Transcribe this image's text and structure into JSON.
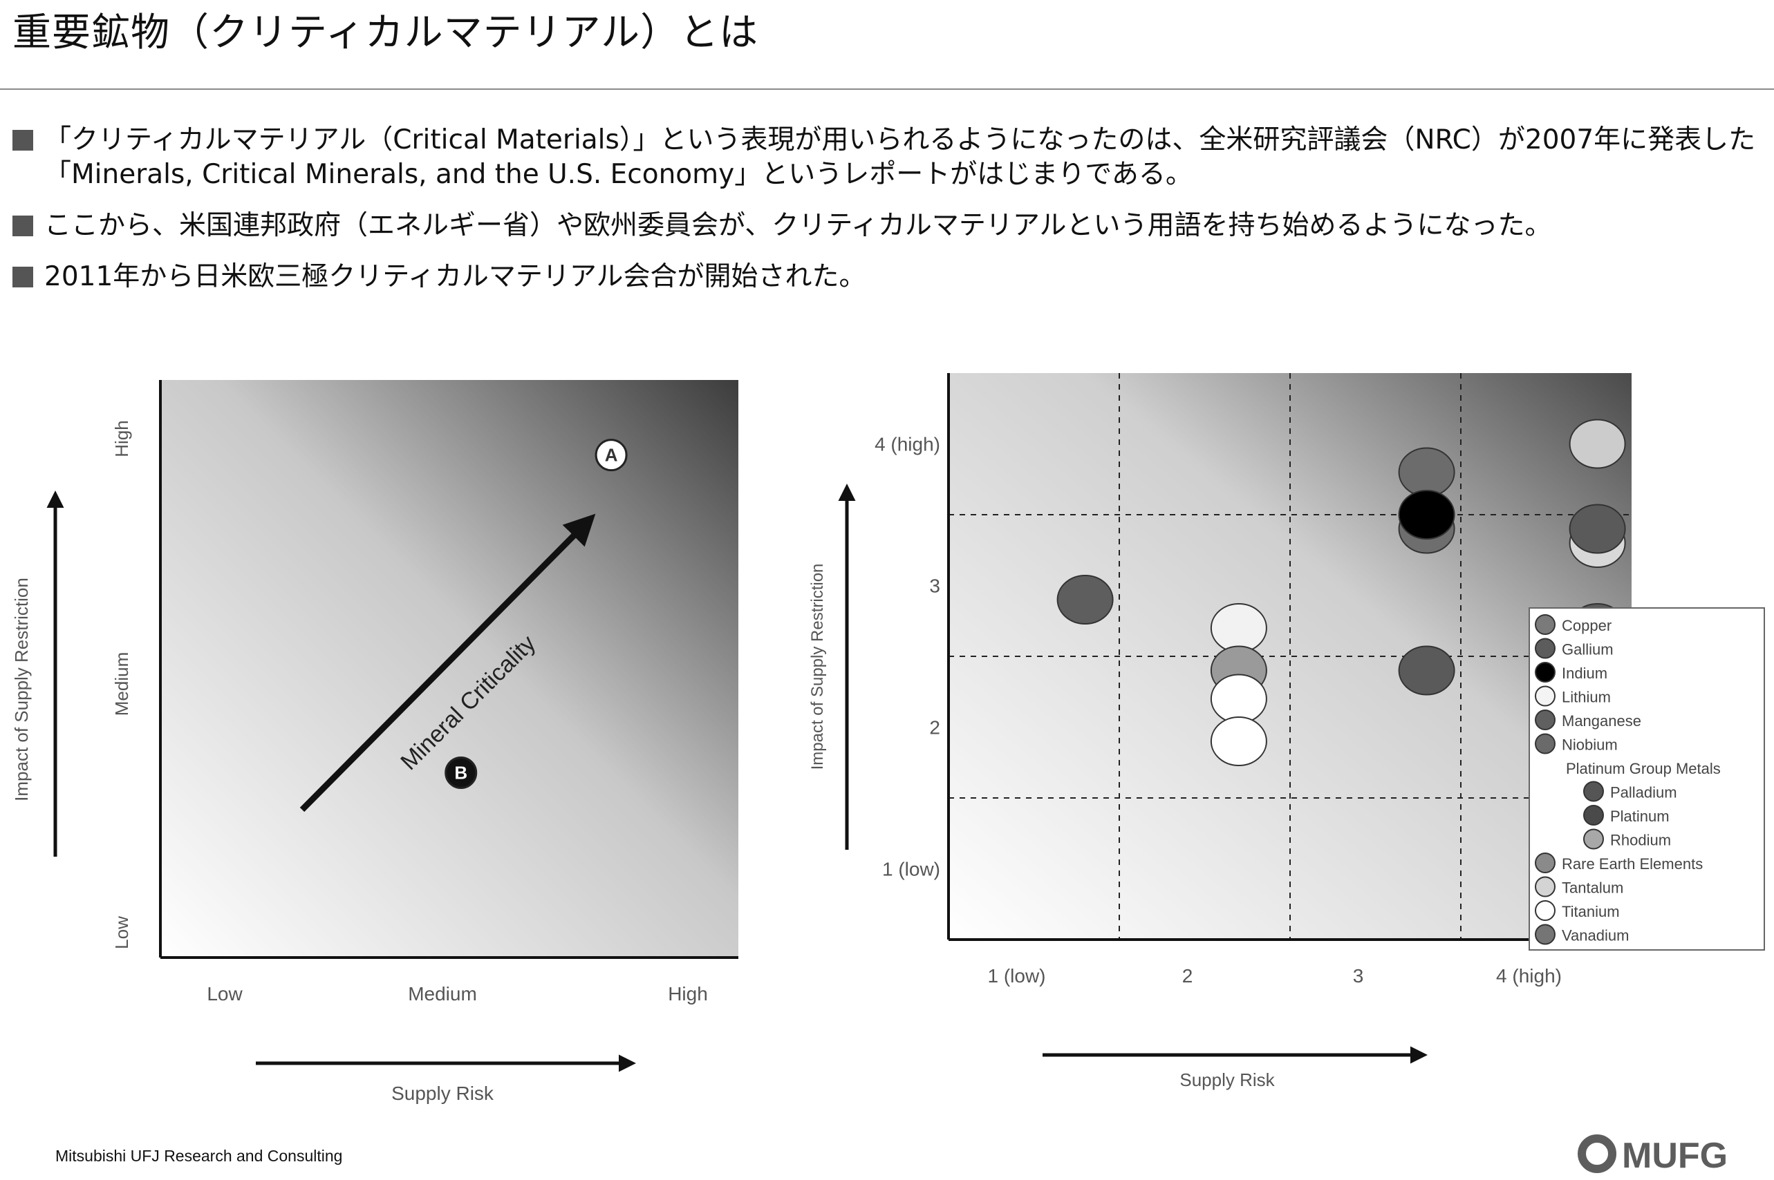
{
  "page": {
    "title": "重要鉱物（クリティカルマテリアル）とは",
    "bullets": [
      "「クリティカルマテリアル（Critical Materials）」という表現が用いられるようになったのは、全米研究評議会（NRC）が2007年に発表した「Minerals, Critical Minerals, and the U.S. Economy」というレポートがはじまりである。",
      "ここから、米国連邦政府（エネルギー省）や欧州委員会が、クリティカルマテリアルという用語を持ち始めるようになった。",
      "2011年から日米欧三極クリティカルマテリアル会合が開始された。"
    ],
    "footer": "Mitsubishi UFJ Research and Consulting",
    "logo_text": "MUFG"
  },
  "chart_data": [
    {
      "type": "scatter",
      "title": "",
      "xlabel": "Supply Risk",
      "ylabel": "Impact of Supply Restriction",
      "x_ticks": [
        "Low",
        "Medium",
        "High"
      ],
      "y_ticks": [
        "Low",
        "Medium",
        "High"
      ],
      "arrow_label": "Mineral Criticality",
      "points": [
        {
          "label": "A",
          "x": 0.78,
          "y": 0.87,
          "style": "white"
        },
        {
          "label": "B",
          "x": 0.52,
          "y": 0.32,
          "style": "black"
        }
      ],
      "background": "gradient light (bottom-left) to dark (top-right)"
    },
    {
      "type": "scatter",
      "title": "",
      "xlabel": "Supply Risk",
      "ylabel": "Impact of Supply Restriction",
      "x_ticks": [
        "1 (low)",
        "2",
        "3",
        "4 (high)"
      ],
      "y_ticks": [
        "1 (low)",
        "2",
        "3",
        "4 (high)"
      ],
      "xlim": [
        0.5,
        4.5
      ],
      "ylim": [
        0.5,
        4.5
      ],
      "grid": true,
      "legend_position": "right",
      "legend": [
        {
          "name": "Copper",
          "color": "#7a7a7a",
          "indent": false
        },
        {
          "name": "Gallium",
          "color": "#5c5c5c",
          "indent": false
        },
        {
          "name": "Indium",
          "color": "#000000",
          "indent": false
        },
        {
          "name": "Lithium",
          "color": "#f4f4f4",
          "indent": false
        },
        {
          "name": "Manganese",
          "color": "#606060",
          "indent": false
        },
        {
          "name": "Niobium",
          "color": "#6a6a6a",
          "indent": false
        },
        {
          "name": "Platinum Group Metals",
          "color": "",
          "indent": false,
          "header": true
        },
        {
          "name": "Palladium",
          "color": "#555555",
          "indent": true
        },
        {
          "name": "Platinum",
          "color": "#4a4a4a",
          "indent": true
        },
        {
          "name": "Rhodium",
          "color": "#a8a8a8",
          "indent": true
        },
        {
          "name": "Rare Earth Elements",
          "color": "#8a8a8a",
          "indent": false
        },
        {
          "name": "Tantalum",
          "color": "#d4d4d4",
          "indent": false
        },
        {
          "name": "Titanium",
          "color": "#ffffff",
          "indent": false
        },
        {
          "name": "Vanadium",
          "color": "#757575",
          "indent": false
        }
      ],
      "points": [
        {
          "x": 1.3,
          "y": 2.9,
          "color": "#5e5e5e"
        },
        {
          "x": 2.2,
          "y": 2.7,
          "color": "#f2f2f2"
        },
        {
          "x": 2.2,
          "y": 2.4,
          "color": "#9a9a9a"
        },
        {
          "x": 2.2,
          "y": 2.2,
          "color": "#ffffff"
        },
        {
          "x": 2.2,
          "y": 1.9,
          "color": "#ffffff"
        },
        {
          "x": 3.3,
          "y": 3.8,
          "color": "#6c6c6c"
        },
        {
          "x": 3.3,
          "y": 3.4,
          "color": "#6e6e6e"
        },
        {
          "x": 3.3,
          "y": 3.5,
          "color": "#000000"
        },
        {
          "x": 3.3,
          "y": 2.4,
          "color": "#5a5a5a"
        },
        {
          "x": 4.3,
          "y": 4.0,
          "color": "#cccccc"
        },
        {
          "x": 4.3,
          "y": 3.3,
          "color": "#d8d8d8"
        },
        {
          "x": 4.3,
          "y": 3.4,
          "color": "#5a5a5a"
        },
        {
          "x": 4.3,
          "y": 2.7,
          "color": "#5c5c5c"
        }
      ]
    }
  ]
}
